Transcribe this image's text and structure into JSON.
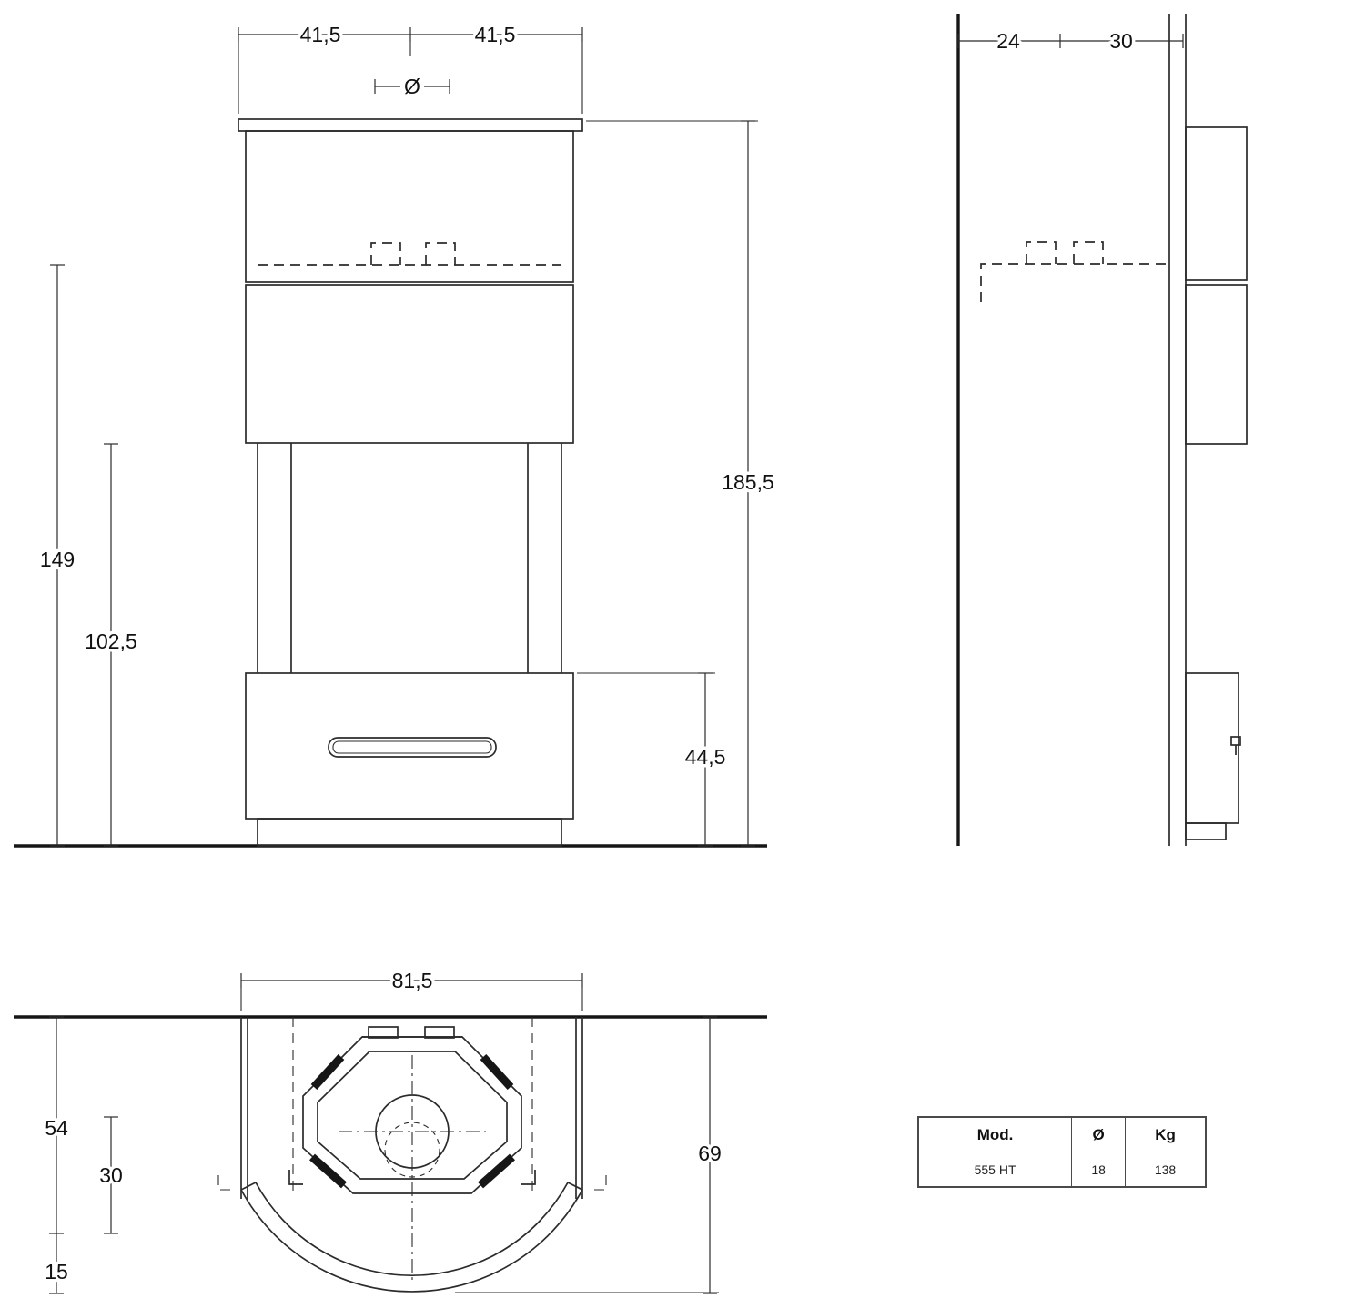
{
  "front_view": {
    "dim_width_left": "41,5",
    "dim_width_right": "41,5",
    "flue_symbol": "Ø",
    "dim_flue_height": "149",
    "dim_shelf_height": "102,5",
    "dim_total_height": "185,5",
    "dim_base_height": "44,5"
  },
  "side_view": {
    "dim_wall_distance": "24",
    "dim_body_depth": "30"
  },
  "plan_view": {
    "dim_width": "81,5",
    "dim_depth": "54",
    "dim_inner_depth": "30",
    "dim_front_offset": "15",
    "dim_total_depth": "69"
  },
  "spec_table": {
    "headers": [
      "Mod.",
      "Ø",
      "Kg"
    ],
    "rows": [
      [
        "555 HT",
        "18",
        "138"
      ]
    ]
  }
}
